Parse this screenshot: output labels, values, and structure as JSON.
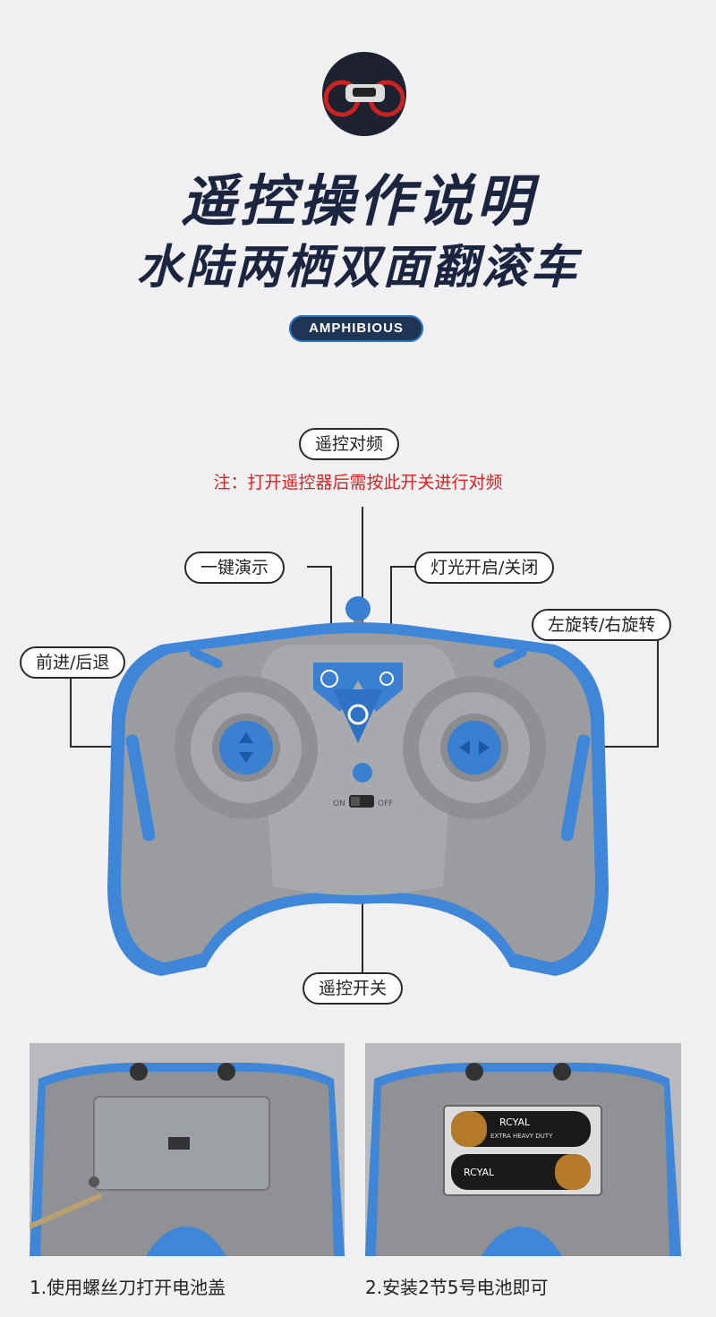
{
  "header": {
    "title": "遥控操作说明",
    "subtitle": "水陆两栖双面翻滚车",
    "badge": "AMPHIBIOUS"
  },
  "callouts": {
    "pairing": "遥控对频",
    "pairing_note": "注：打开遥控器后需按此开关进行对频",
    "demo": "一键演示",
    "light": "灯光开启/关闭",
    "forward_back": "前进/后退",
    "rotate": "左旋转/右旋转",
    "power": "遥控开关"
  },
  "controller": {
    "switch_on": "ON",
    "switch_off": "OFF"
  },
  "steps": [
    {
      "caption": "1.使用螺丝刀打开电池盖"
    },
    {
      "caption": "2.安装2节5号电池即可",
      "battery_brand": "RCYAL",
      "battery_type": "EXTRA HEAVY DUTY"
    }
  ],
  "colors": {
    "navy": "#1c2540",
    "accent_blue": "#2f7fd6",
    "body_gray": "#9a9ca0",
    "note_red": "#e02020"
  }
}
